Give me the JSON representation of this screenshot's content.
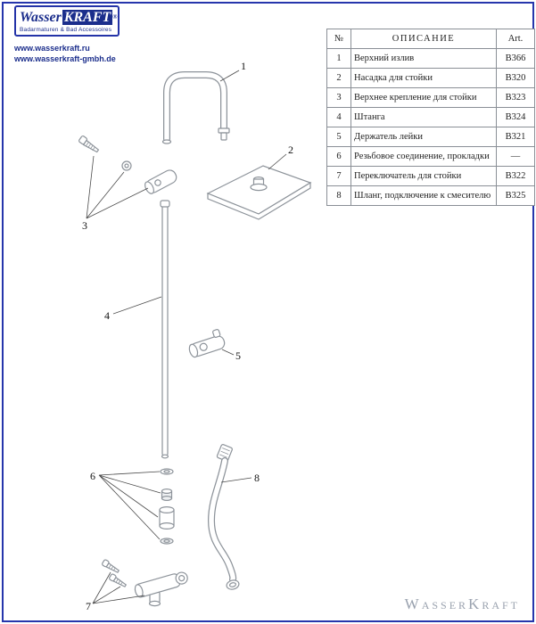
{
  "brand": {
    "logo_wasser": "Wasser",
    "logo_kraft": "KRAFT",
    "logo_reg": "®",
    "tagline": "Badarmaturen & Bad Accessoires",
    "website_ru": "www.wasserkraft.ru",
    "website_gmbh": "www.wasserkraft-gmbh.de",
    "footer_logo": "WasserKraft"
  },
  "colors": {
    "frame_blue": "#2636ac",
    "logo_navy": "#1b2e8c",
    "diagram_gray": "#8d939a",
    "footer_gray": "#99a1ae"
  },
  "table": {
    "headers": {
      "no": "№",
      "description": "ОПИСАНИЕ",
      "art": "Art."
    },
    "rows": [
      {
        "no": "1",
        "description": "Верхний излив",
        "art": "B366"
      },
      {
        "no": "2",
        "description": "Насадка для стойки",
        "art": "B320"
      },
      {
        "no": "3",
        "description": "Верхнее крепление для стойки",
        "art": "B323"
      },
      {
        "no": "4",
        "description": "Штанга",
        "art": "B324"
      },
      {
        "no": "5",
        "description": "Держатель лейки",
        "art": "B321"
      },
      {
        "no": "6",
        "description": "Резьбовое соединение, прокладки",
        "art": "—"
      },
      {
        "no": "7",
        "description": "Переключатель для стойки",
        "art": "B322"
      },
      {
        "no": "8",
        "description": "Шланг, подключение к смесителю",
        "art": "B325"
      }
    ]
  },
  "diagram": {
    "callouts": {
      "c1": "1",
      "c2": "2",
      "c3": "3",
      "c4": "4",
      "c5": "5",
      "c6": "6",
      "c7": "7",
      "c8": "8"
    }
  }
}
